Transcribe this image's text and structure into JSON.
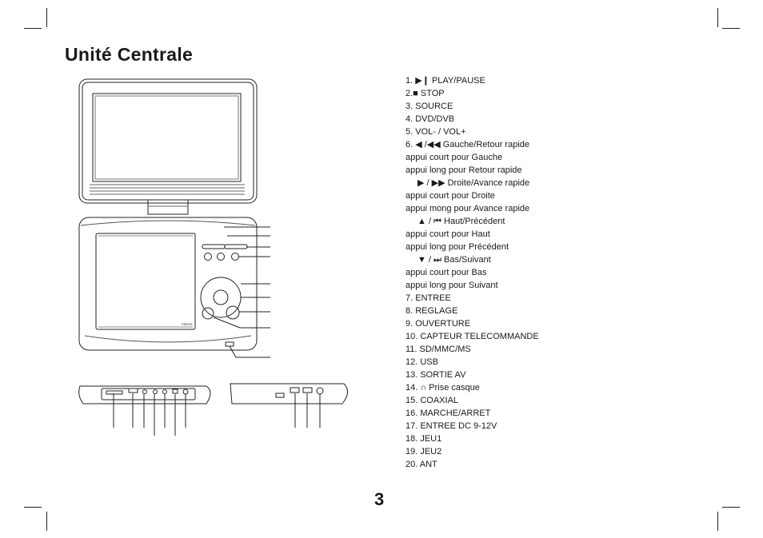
{
  "title": "Unité Centrale",
  "page_number": "3",
  "legend": [
    {
      "text": "1.  ▶❙  PLAY/PAUSE"
    },
    {
      "text": "2.■  STOP"
    },
    {
      "text": "3. SOURCE"
    },
    {
      "text": "4. DVD/DVB"
    },
    {
      "text": "5. VOL- / VOL+"
    },
    {
      "text": "6.  ◀ /◀◀  Gauche/Retour rapide"
    },
    {
      "text": "appui court pour Gauche"
    },
    {
      "text": "appui long pour Retour rapide"
    },
    {
      "text": "▶ / ▶▶  Droite/Avance rapide"
    },
    {
      "text": "appui court pour Droite"
    },
    {
      "text": "appui mong pour Avance rapide"
    },
    {
      "text": "▲ / ⏮   Haut/Précédent"
    },
    {
      "text": "appui court pour Haut"
    },
    {
      "text": "appui long pour Précédent"
    },
    {
      "text": "▼ / ⏭   Bas/Suivant"
    },
    {
      "text": "appui court pour Bas"
    },
    {
      "text": "appui long pour Suivant"
    },
    {
      "text": "7. ENTREE"
    },
    {
      "text": "8. REGLAGE"
    },
    {
      "text": "9. OUVERTURE"
    },
    {
      "text": "10. CAPTEUR TELECOMMANDE"
    },
    {
      "text": "11. SD/MMC/MS"
    },
    {
      "text": "12. USB"
    },
    {
      "text": "13. SORTIE AV"
    },
    {
      "text": "14.  ∩ Prise casque"
    },
    {
      "text": "15. COAXIAL"
    },
    {
      "text": "16. MARCHE/ARRET"
    },
    {
      "text": "17. ENTREE DC 9-12V"
    },
    {
      "text": "18. JEU1"
    },
    {
      "text": "19. JEU2"
    },
    {
      "text": "20. ANT"
    }
  ],
  "device": {
    "press_label": "PRESS"
  }
}
